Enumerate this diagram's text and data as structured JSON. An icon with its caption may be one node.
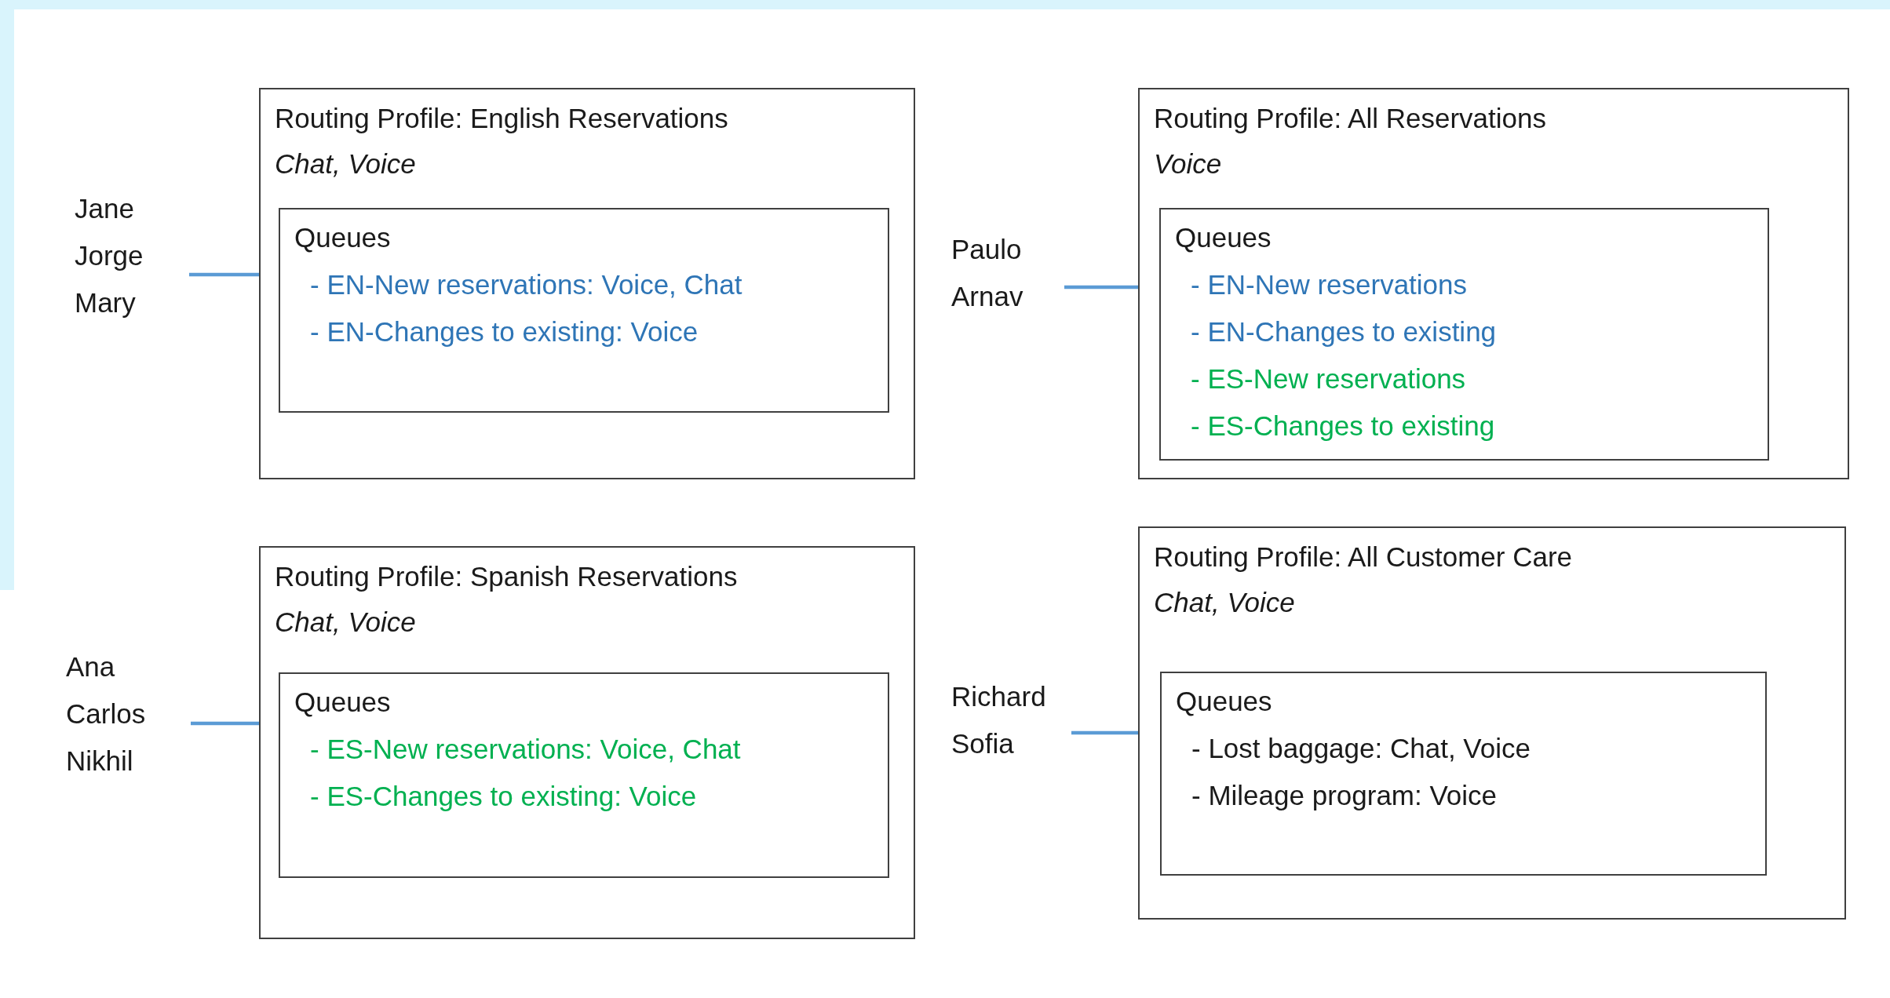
{
  "diagram": {
    "nodes": [
      {
        "text": [
          "Jane Jorge Mary"
        ]
      },
      {
        "text": [
          "Routing Profile: English Reservations",
          "Chat, Voice"
        ]
      },
      {
        "text": [
          "Queues",
          "- EN-New reservations: Voice, Chat",
          "- EN-Changes to existing: Voice"
        ],
        "in": 1
      },
      {
        "text": [
          "Paulo Arnav"
        ]
      },
      {
        "text": [
          "Routing Profile: All Reservations",
          "Voice"
        ]
      },
      {
        "text": [
          "Queues",
          "- EN-New reservations",
          "- EN-Changes to existing",
          "- ES-New reservations",
          "- ES-Changes to existing"
        ],
        "in": 4
      },
      {
        "text": [
          "Ana Carlos Nikhil"
        ]
      },
      {
        "text": [
          "Routing Profile: Spanish Reservations",
          "Chat, Voice"
        ]
      },
      {
        "text": [
          "Queues",
          "- ES-New reservations: Voice, Chat",
          "- ES-Changes to existing: Voice"
        ],
        "in": 7
      },
      {
        "text": [
          "Richard Sofia"
        ]
      },
      {
        "text": [
          "Routing Profile: All Customer Care",
          "Chat, Voice"
        ]
      },
      {
        "text": [
          "Queues",
          "- Lost baggage: Chat, Voice",
          "- Mileage program: Voice"
        ],
        "in": 10
      }
    ],
    "edges": [
      {
        "from": 0,
        "to": 1,
        "arrow": "none"
      },
      {
        "from": 3,
        "to": 4,
        "arrow": "none"
      },
      {
        "from": 6,
        "to": 7,
        "arrow": "none"
      },
      {
        "from": 9,
        "to": 10,
        "arrow": "none"
      }
    ]
  }
}
